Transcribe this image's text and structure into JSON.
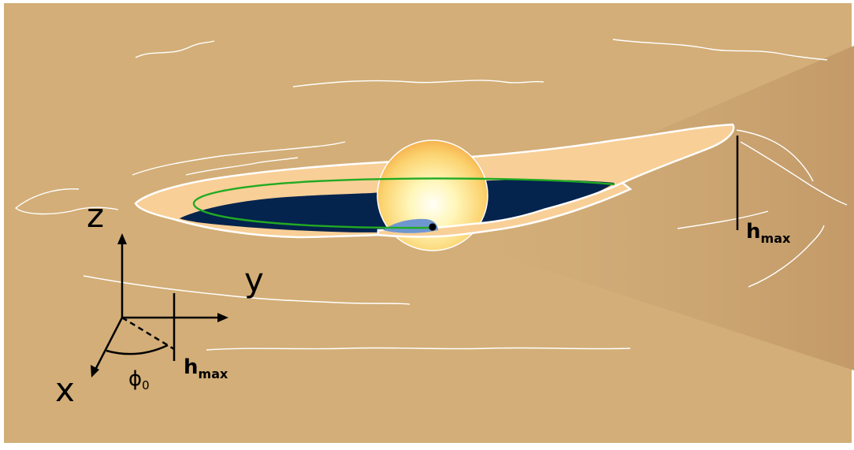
{
  "colors": {
    "background": "#d3ae78",
    "border": "#ffffff",
    "disk": "#f8cf97",
    "inner_cavity": "#04234d",
    "orbit": "#22aa22",
    "star_core": "#fffde0",
    "star_edge": "#f4a742",
    "planet_wake": "#6f97cf",
    "shadow_wedge": "#c69e6c",
    "streaks": "#ffffff",
    "axes": "#000000"
  },
  "labels": {
    "axis_z": "z",
    "axis_y": "y",
    "axis_x": "x",
    "angle_symbol": "ϕ",
    "angle_subscript": "0",
    "height_main": "h",
    "height_sub": "max"
  }
}
